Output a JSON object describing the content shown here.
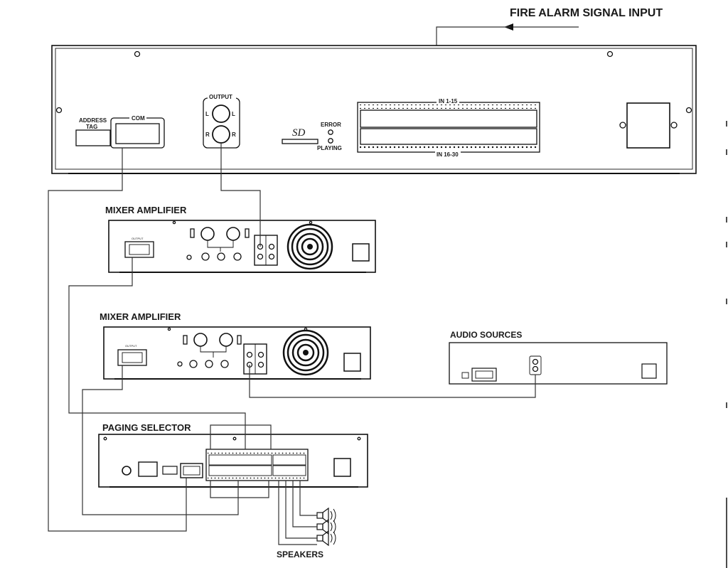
{
  "labels": {
    "fire_alarm_input": "FIRE ALARM SIGNAL INPUT",
    "address_tag": [
      "ADDRESS",
      "TAG"
    ],
    "com": "COM",
    "output": "OUTPUT",
    "left": "L",
    "right": "R",
    "sd": "SD",
    "error": "ERROR",
    "playing": "PLAYING",
    "in_1_15": "IN 1-15",
    "in_16_30": "IN 16-30",
    "mixer_amplifier_1": "MIXER AMPLIFIER",
    "mixer_amplifier_2": "MIXER AMPLIFIER",
    "audio_sources": "AUDIO SOURCES",
    "paging_selector": "PAGING SELECTOR",
    "speakers": "SPEAKERS",
    "amp_output": "OUTPUT"
  },
  "colors": {
    "line": "#111111",
    "wire": "#333333",
    "background": "#ffffff"
  }
}
